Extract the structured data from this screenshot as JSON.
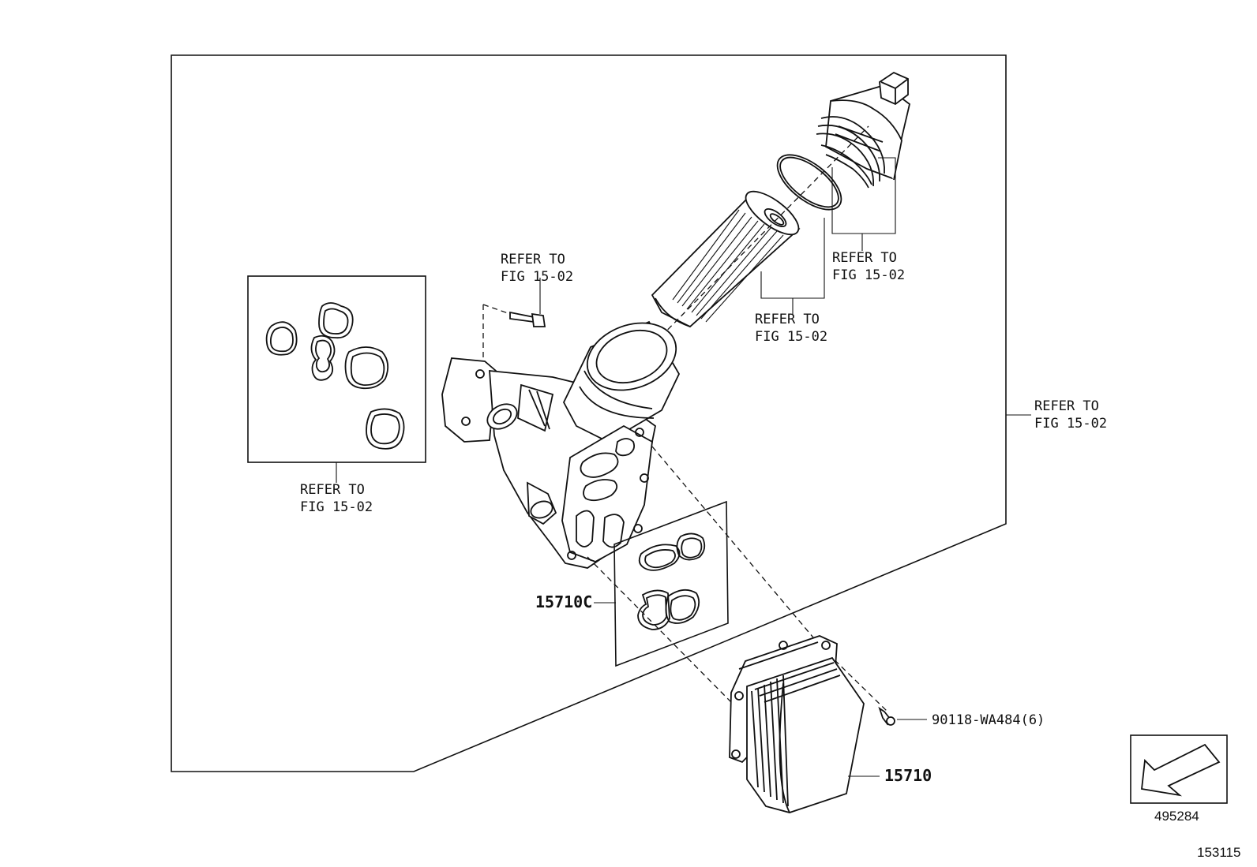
{
  "refer_labels": {
    "cap": [
      "REFER TO",
      "FIG 15-02"
    ],
    "element": [
      "REFER TO",
      "FIG 15-02"
    ],
    "bolt": [
      "REFER TO",
      "FIG 15-02"
    ],
    "gaskets": [
      "REFER TO",
      "FIG 15-02"
    ],
    "housing": [
      "REFER TO",
      "FIG 15-02"
    ]
  },
  "part_numbers": {
    "gasket_kit": "15710C",
    "bolt": "90118-WA484(6)",
    "cooler": "15710"
  },
  "figure_codes": {
    "view_ref": "495284",
    "figure": "153115"
  }
}
